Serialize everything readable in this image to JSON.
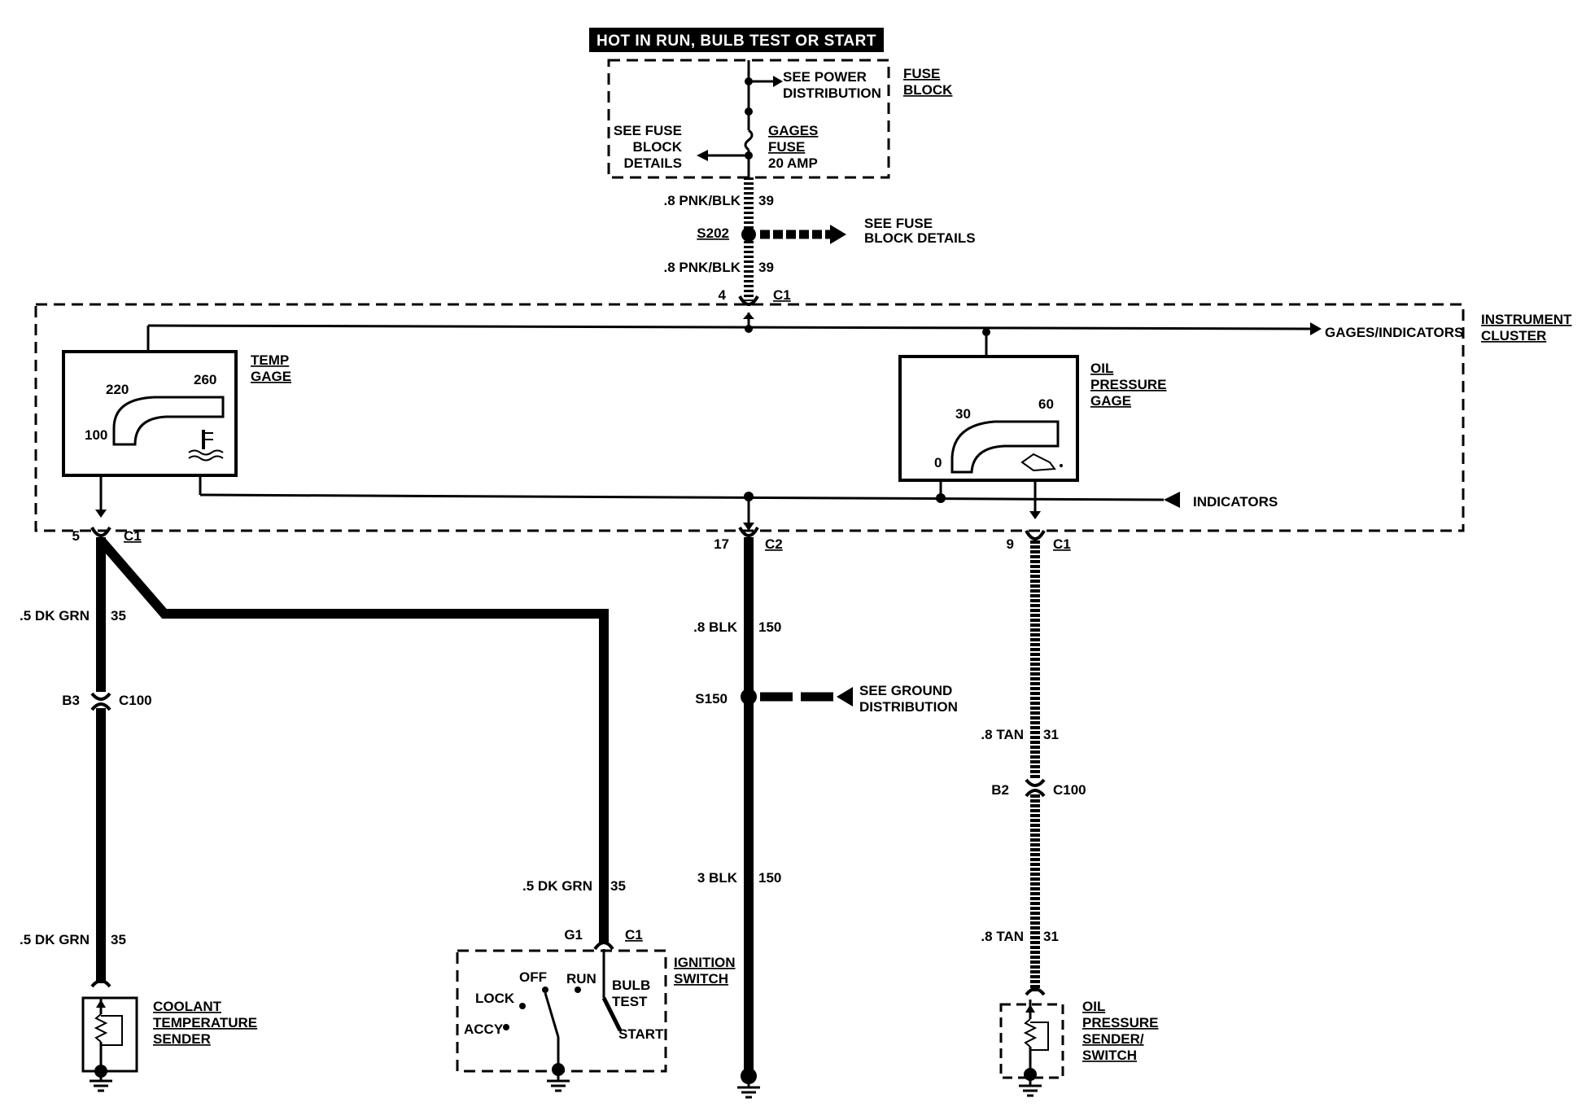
{
  "header": {
    "title": "HOT IN RUN, BULB TEST OR START"
  },
  "fuse_block": {
    "name_line1": "FUSE",
    "name_line2": "BLOCK",
    "see_power_line1": "SEE POWER",
    "see_power_line2": "DISTRIBUTION",
    "see_fuse_line1": "SEE FUSE",
    "see_fuse_line2": "BLOCK",
    "see_fuse_line3": "DETAILS",
    "fuse_line1": "GAGES",
    "fuse_line2": "FUSE",
    "fuse_line3": "20 AMP"
  },
  "feed_wire": {
    "upper_label": ".8 PNK/BLK",
    "upper_circuit": "39",
    "splice": "S202",
    "splice_note_line1": "SEE FUSE",
    "splice_note_line2": "BLOCK DETAILS",
    "lower_label": ".8 PNK/BLK",
    "lower_circuit": "39",
    "pin": "4",
    "connector": "C1"
  },
  "cluster": {
    "name_line1": "INSTRUMENT",
    "name_line2": "CLUSTER",
    "gages_indicators": "GAGES/INDICATORS",
    "indicators": "INDICATORS"
  },
  "temp_gage": {
    "name_line1": "TEMP",
    "name_line2": "GAGE",
    "scale_low": "100",
    "scale_mid": "220",
    "scale_high": "260"
  },
  "oil_gage": {
    "name_line1": "OIL",
    "name_line2": "PRESSURE",
    "name_line3": "GAGE",
    "scale_low": "0",
    "scale_mid": "30",
    "scale_high": "60"
  },
  "temp_circuit": {
    "pin": "5",
    "connector": "C1",
    "wire_label": ".5 DK GRN",
    "circuit": "35",
    "inline_pin": "B3",
    "inline_connector": "C100",
    "lower_wire_label": ".5 DK GRN",
    "lower_circuit": "35"
  },
  "coolant_sender": {
    "line1": "COOLANT",
    "line2": "TEMPERATURE",
    "line3": "SENDER"
  },
  "ignition_circuit": {
    "wire_label": ".5 DK GRN",
    "circuit": "35",
    "pin": "G1",
    "connector": "C1"
  },
  "ignition_switch": {
    "name_line1": "IGNITION",
    "name_line2": "SWITCH",
    "lock": "LOCK",
    "off": "OFF",
    "run": "RUN",
    "bulb_line1": "BULB",
    "bulb_line2": "TEST",
    "accy": "ACCY",
    "start": "START"
  },
  "ground_circuit": {
    "pin": "17",
    "connector": "C2",
    "upper_label": ".8 BLK",
    "upper_circuit": "150",
    "splice": "S150",
    "splice_note_line1": "SEE  GROUND",
    "splice_note_line2": "DISTRIBUTION",
    "lower_label": "3 BLK",
    "lower_circuit": "150"
  },
  "oil_circuit": {
    "pin": "9",
    "connector": "C1",
    "upper_label": ".8 TAN",
    "upper_circuit": "31",
    "inline_pin": "B2",
    "inline_connector": "C100",
    "lower_label": ".8 TAN",
    "lower_circuit": "31"
  },
  "oil_sender": {
    "line1": "OIL",
    "line2": "PRESSURE",
    "line3": "SENDER/",
    "line4": "SWITCH"
  }
}
